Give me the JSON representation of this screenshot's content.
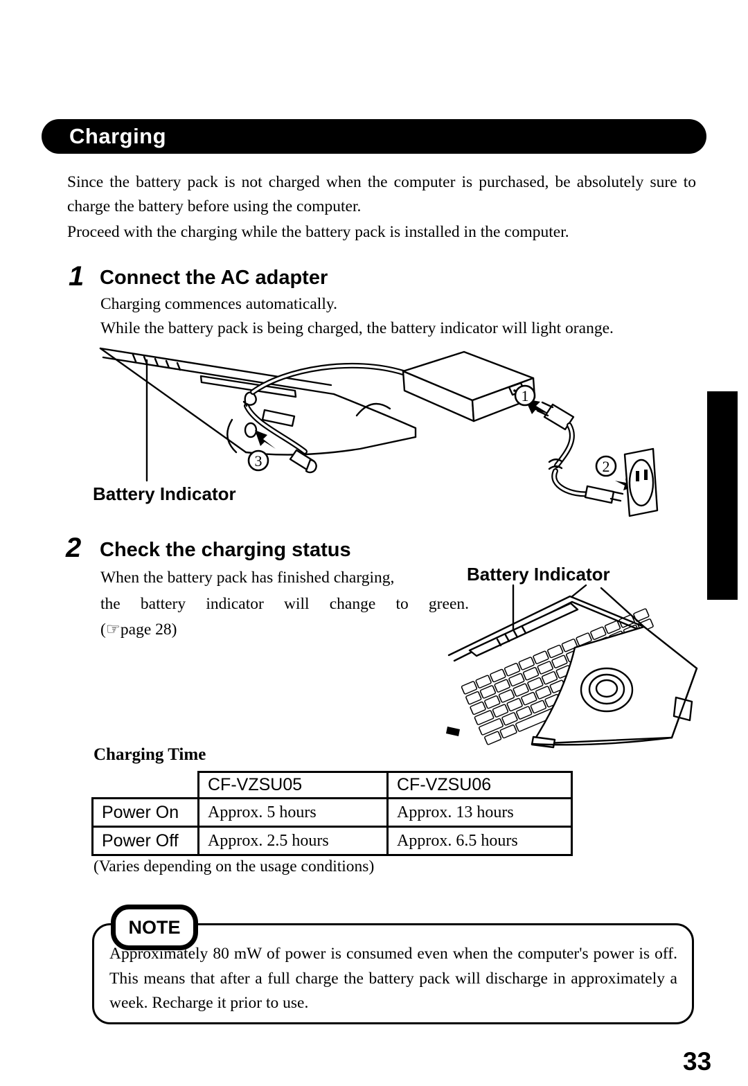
{
  "colors": {
    "ink": "#000000",
    "paper": "#ffffff"
  },
  "header": {
    "title": "Charging"
  },
  "intro": [
    "Since the battery pack is not charged when the computer is purchased, be absolutely sure to charge the battery before using the computer.",
    "Proceed with the charging while the battery pack is installed in the computer."
  ],
  "steps": [
    {
      "number": "1",
      "title": "Connect the AC adapter",
      "lines": [
        "Charging commences automatically.",
        "While the battery pack is being charged, the battery indicator will light orange."
      ]
    },
    {
      "number": "2",
      "title": "Check the charging status",
      "lines": [
        "When the battery pack has finished charging,",
        "the battery indicator will change to green."
      ],
      "page_ref": "(☞page 28)"
    }
  ],
  "labels": {
    "battery_indicator": "Battery Indicator"
  },
  "illustration1": {
    "callouts": [
      "1",
      "2",
      "3"
    ]
  },
  "charging_time": {
    "heading": "Charging Time",
    "table": {
      "columns": [
        "",
        "CF-VZSU05",
        "CF-VZSU06"
      ],
      "rows": [
        {
          "label": "Power On",
          "values": [
            "Approx. 5 hours",
            "Approx. 13 hours"
          ]
        },
        {
          "label": "Power Off",
          "values": [
            "Approx. 2.5 hours",
            "Approx. 6.5 hours"
          ]
        }
      ]
    },
    "footnote": "(Varies depending on the usage conditions)"
  },
  "note": {
    "badge": "NOTE",
    "text": "Approximately 80 mW of power is consumed even when the computer's power is off.  This means that after a full charge the battery pack will discharge in approximately a week.  Recharge it prior to use."
  },
  "page_number": "33"
}
